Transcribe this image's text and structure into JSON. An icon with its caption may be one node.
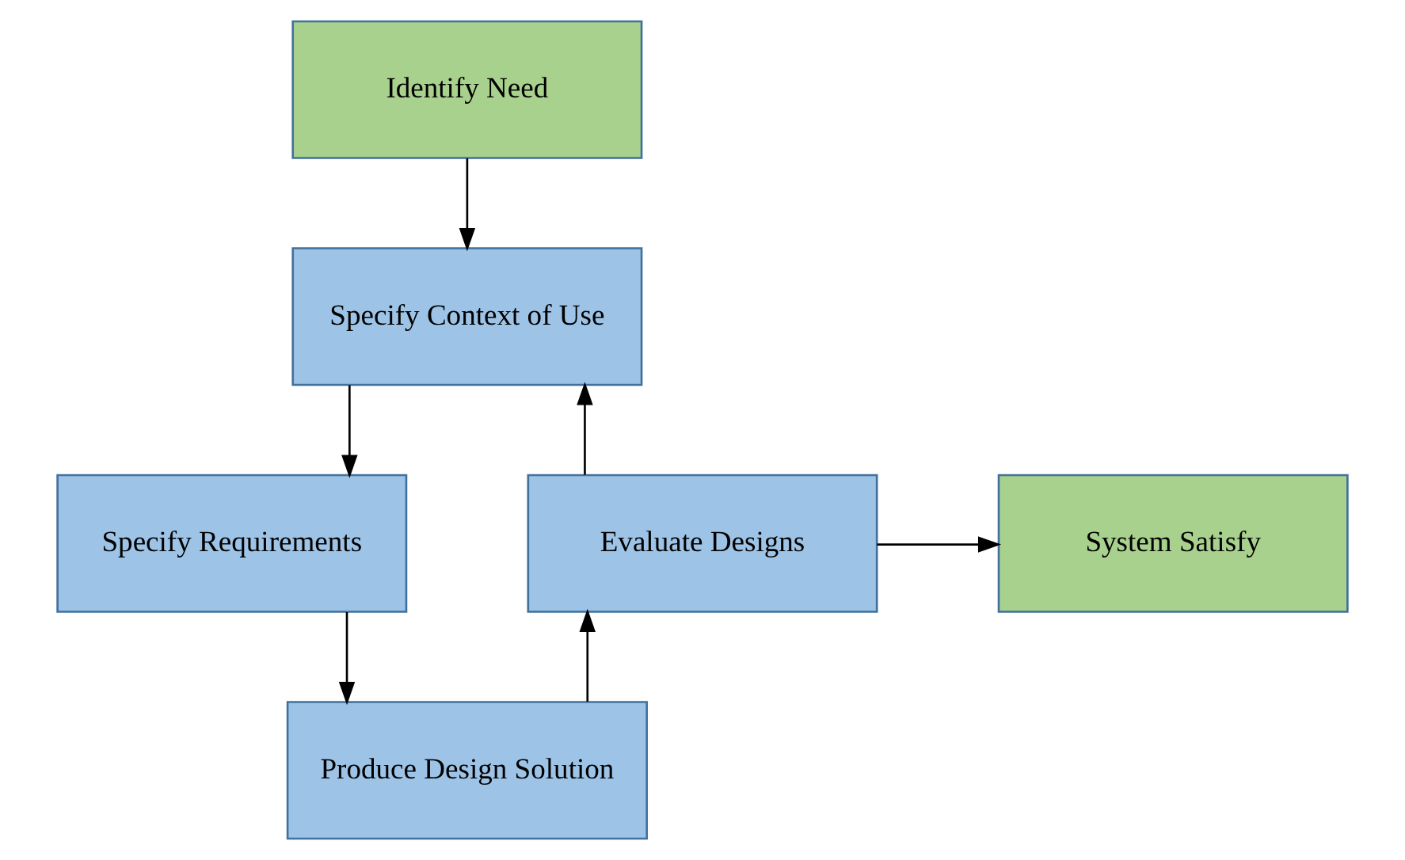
{
  "diagram": {
    "nodes": [
      {
        "text": [
          "Identify Need"
        ]
      },
      {
        "text": [
          "Specify Context of Use"
        ]
      },
      {
        "text": [
          "Specify Requirements"
        ]
      },
      {
        "text": [
          "Produce Design Solution"
        ]
      },
      {
        "text": [
          "Evaluate Designs"
        ]
      },
      {
        "text": [
          "System Satisfy"
        ]
      }
    ],
    "edges": [
      {
        "from": 0,
        "to": 1,
        "arrow": "to"
      },
      {
        "from": 1,
        "to": 2,
        "arrow": "to"
      },
      {
        "from": 2,
        "to": 3,
        "arrow": "to"
      },
      {
        "from": 3,
        "to": 4,
        "arrow": "to"
      },
      {
        "from": 4,
        "to": 1,
        "arrow": "to"
      },
      {
        "from": 4,
        "to": 5,
        "arrow": "to"
      }
    ]
  }
}
